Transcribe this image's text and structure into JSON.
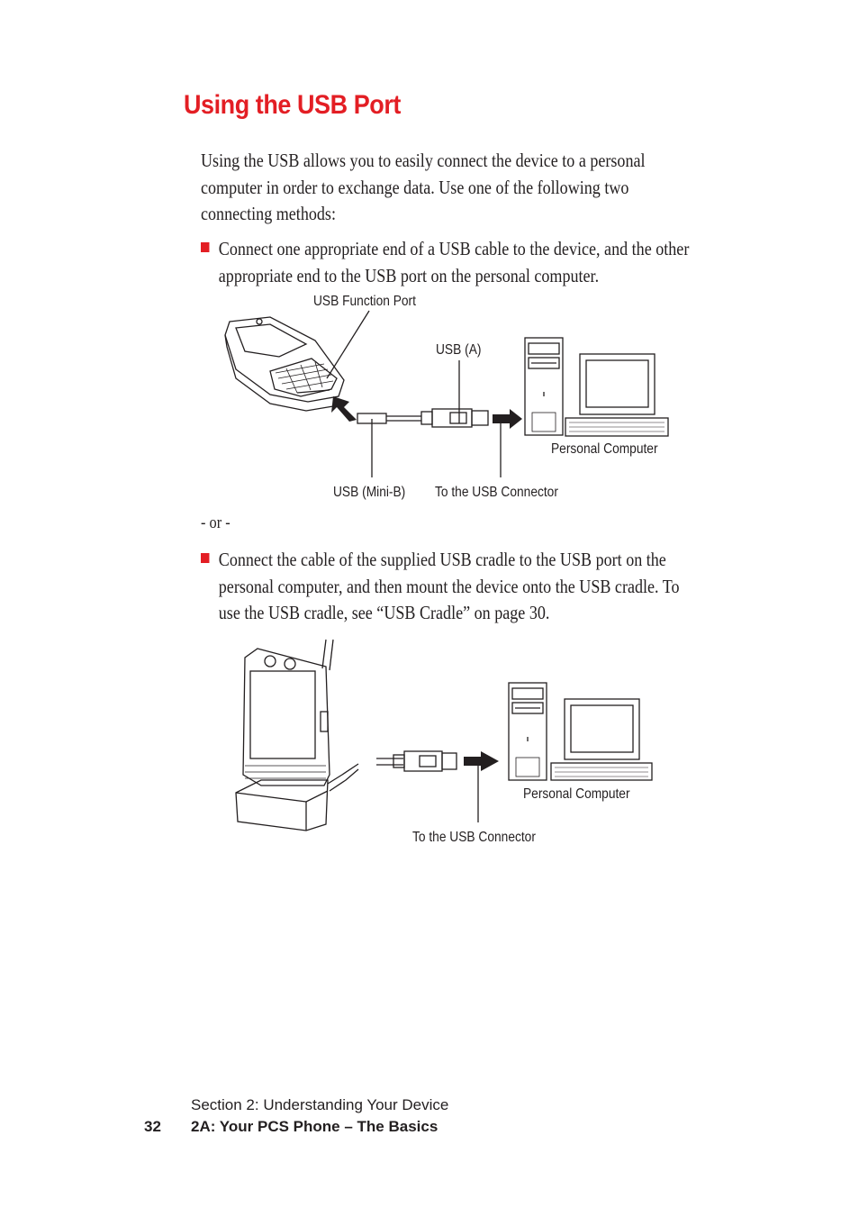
{
  "page": {
    "title": "Using the USB Port",
    "intro": "Using the USB allows you to easily connect the device to a personal computer in order to exchange data. Use one of the following two connecting methods:",
    "bullet1": "Connect one appropriate end of a USB cable to the device, and the other appropriate end to the USB port on the personal computer.",
    "or_separator": "- or -",
    "bullet2": "Connect the cable of the supplied USB cradle to the USB port on the personal computer, and then mount the device onto the USB cradle. To use the USB cradle, see “USB Cradle” on page 30.",
    "accent_color": "#e31e24"
  },
  "figure1": {
    "label_usb_function_port": "USB Function Port",
    "label_usb_a": "USB (A)",
    "label_personal_computer": "Personal Computer",
    "label_usb_mini_b": "USB (Mini-B)",
    "label_to_usb_connector": "To the USB Connector"
  },
  "figure2": {
    "label_personal_computer": "Personal Computer",
    "label_to_usb_connector": "To the USB Connector"
  },
  "footer": {
    "section": "Section 2: Understanding Your Device",
    "page_number": "32",
    "chapter": "2A: Your PCS Phone – The Basics"
  }
}
